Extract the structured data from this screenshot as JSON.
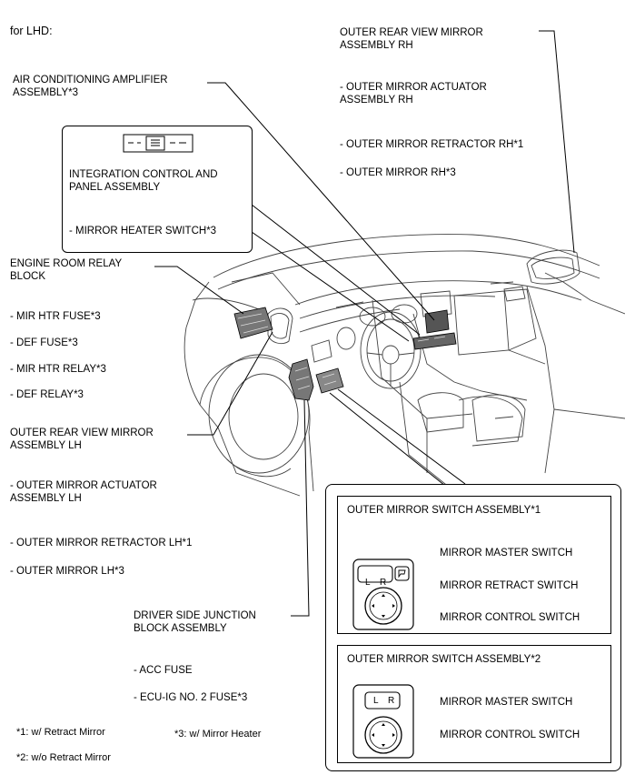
{
  "header": {
    "region": "for LHD:"
  },
  "labels": {
    "rh_mirror_title": "OUTER REAR VIEW MIRROR\nASSEMBLY RH",
    "rh_actuator": "- OUTER MIRROR ACTUATOR\nASSEMBLY RH",
    "rh_retractor": "- OUTER MIRROR RETRACTOR RH*1",
    "rh_mirror": "- OUTER MIRROR RH*3",
    "ac_amplifier": "AIR CONDITIONING AMPLIFIER\nASSEMBLY*3",
    "integration_panel": "INTEGRATION CONTROL AND\nPANEL ASSEMBLY",
    "mirror_heater_switch": "- MIRROR HEATER SWITCH*3",
    "engine_relay_block": "ENGINE ROOM RELAY\nBLOCK",
    "mir_htr_fuse": "- MIR HTR FUSE*3",
    "def_fuse": "- DEF FUSE*3",
    "mir_htr_relay": "- MIR HTR RELAY*3",
    "def_relay": "- DEF RELAY*3",
    "lh_mirror_title": "OUTER REAR VIEW MIRROR\nASSEMBLY LH",
    "lh_actuator": "- OUTER MIRROR ACTUATOR\nASSEMBLY LH",
    "lh_retractor": "- OUTER MIRROR RETRACTOR LH*1",
    "lh_mirror": "- OUTER MIRROR LH*3",
    "junction_block": "DRIVER SIDE JUNCTION\nBLOCK ASSEMBLY",
    "acc_fuse": "- ACC FUSE",
    "ecu_ig_fuse": "- ECU-IG NO. 2 FUSE*3"
  },
  "switch_panel_1": {
    "title": "OUTER MIRROR SWITCH ASSEMBLY*1",
    "master": "MIRROR MASTER SWITCH",
    "retract": "MIRROR RETRACT SWITCH",
    "control": "MIRROR CONTROL SWITCH",
    "key_l": "L",
    "key_r": "R"
  },
  "switch_panel_2": {
    "title": "OUTER MIRROR SWITCH ASSEMBLY*2",
    "master": "MIRROR MASTER SWITCH",
    "control": "MIRROR CONTROL SWITCH",
    "key_l": "L",
    "key_r": "R"
  },
  "notes": {
    "n1": "*1: w/ Retract Mirror",
    "n2": "*2: w/o Retract Mirror",
    "n3": "*3: w/ Mirror Heater"
  }
}
